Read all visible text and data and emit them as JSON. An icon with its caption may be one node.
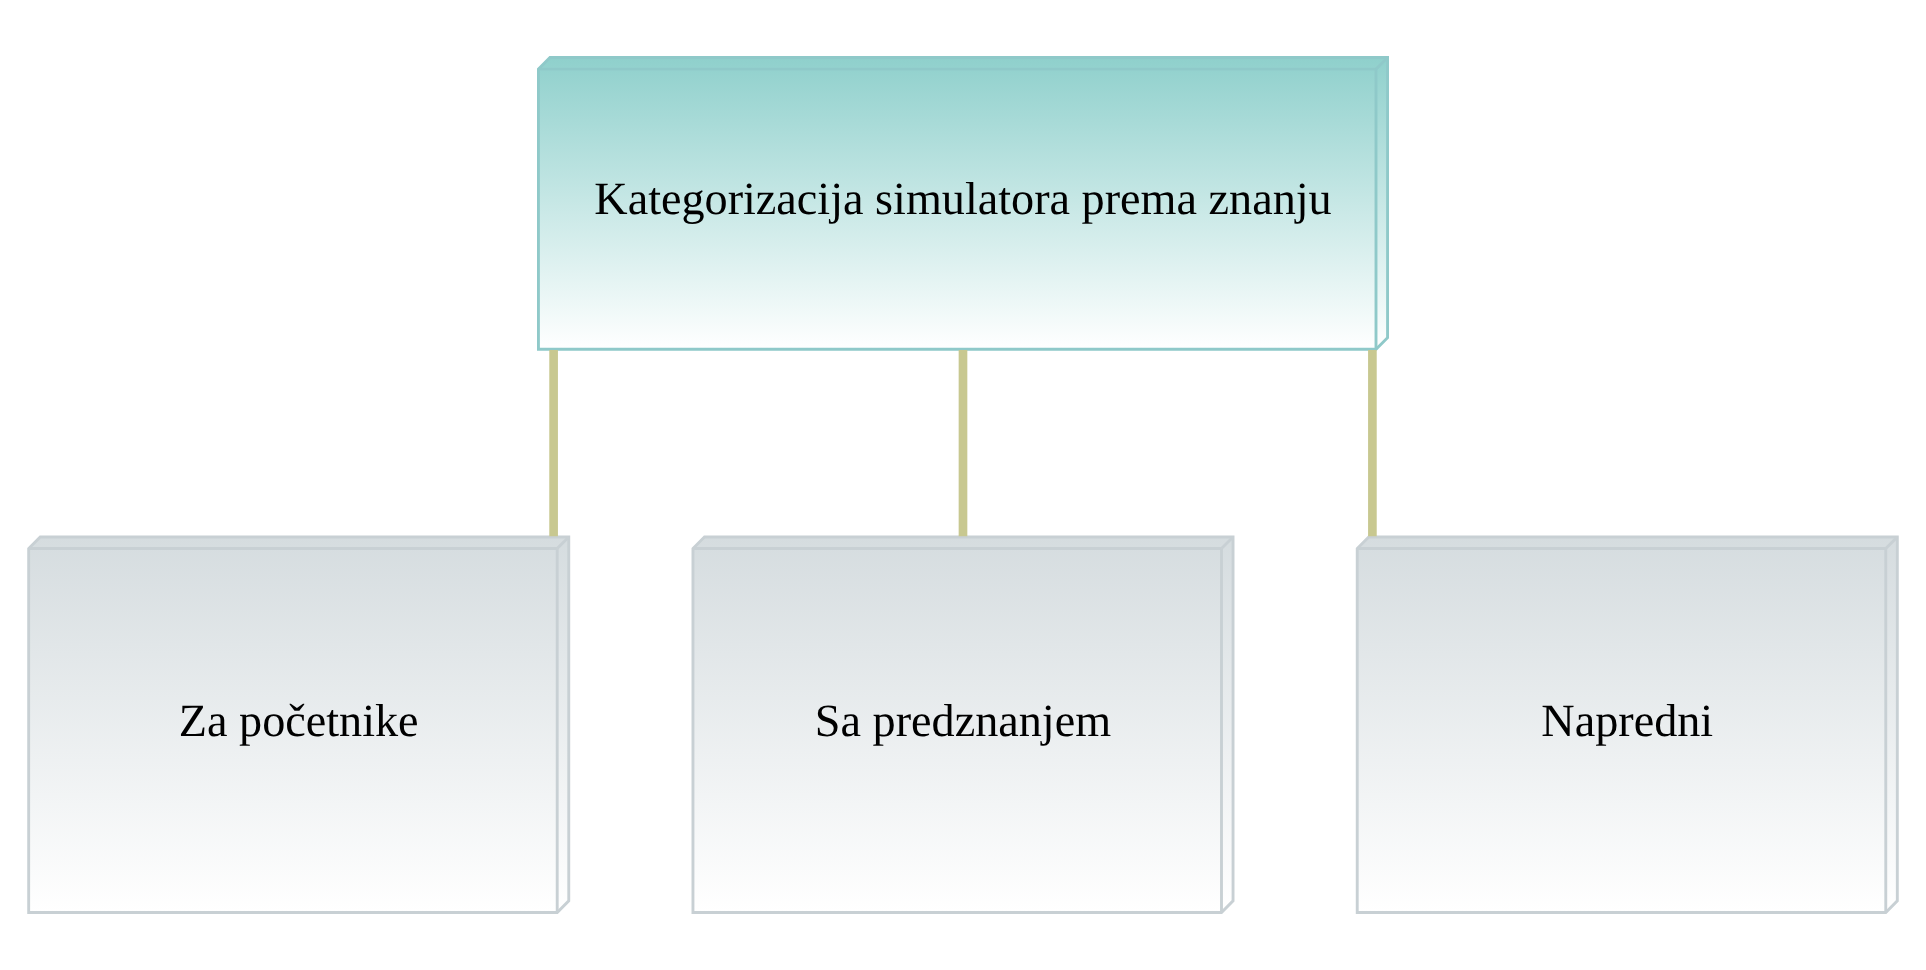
{
  "diagram": {
    "nodes": [
      {
        "text": [
          "Kategorizacija simulatora prema znanju"
        ]
      },
      {
        "text": [
          "Za početnike"
        ]
      },
      {
        "text": [
          "Sa predznanjem"
        ]
      },
      {
        "text": [
          "Napredni"
        ]
      }
    ],
    "edges": [
      {
        "from": 0,
        "to": 1,
        "arrow": "none"
      },
      {
        "from": 0,
        "to": 2,
        "arrow": "none"
      },
      {
        "from": 0,
        "to": 3,
        "arrow": "none"
      }
    ]
  }
}
